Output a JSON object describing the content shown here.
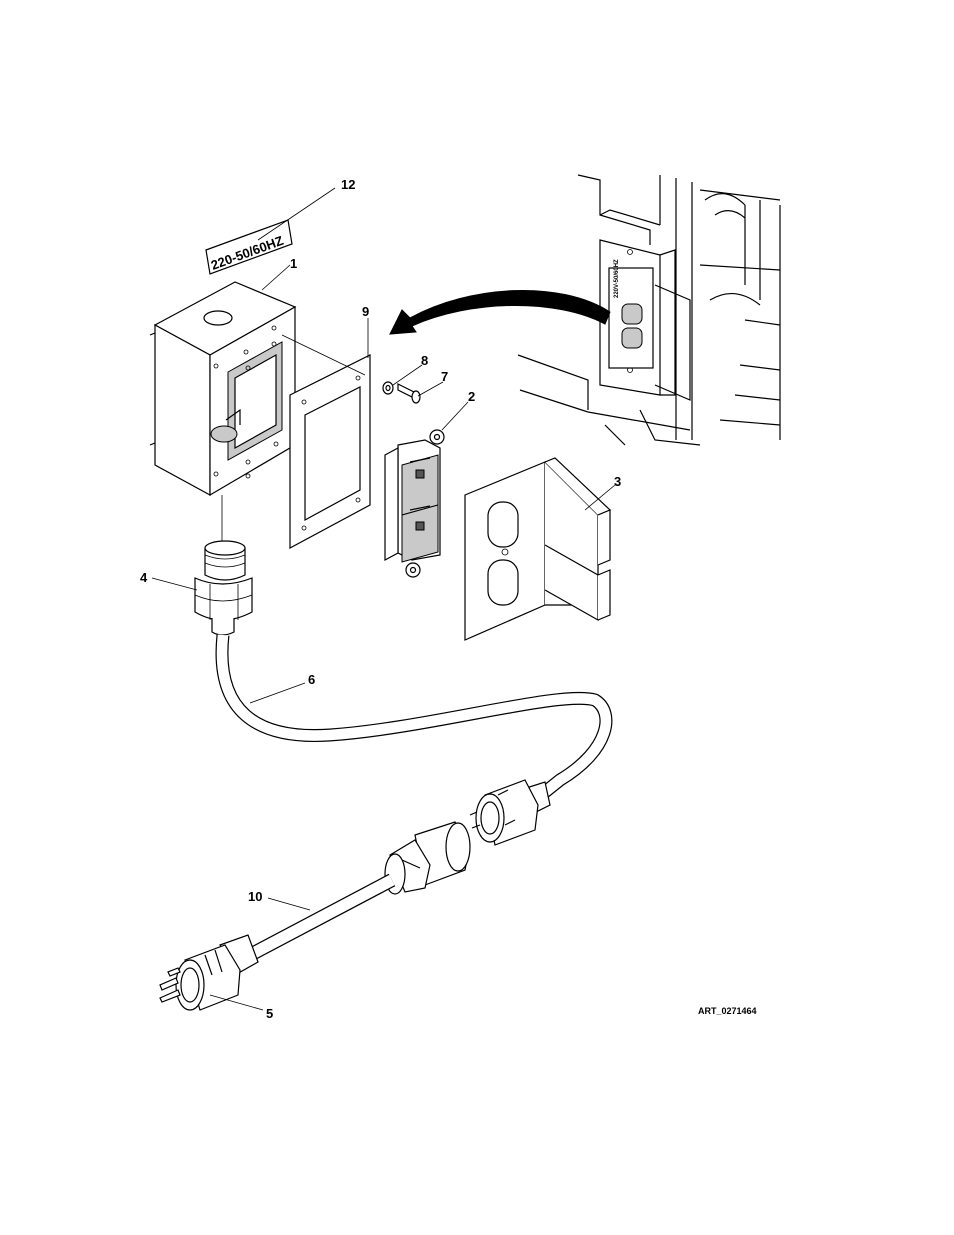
{
  "figure": {
    "art_code": "ART_0271464",
    "decal_text": "220-50/60HZ",
    "inset_decal_text": "220V-50/60HZ"
  },
  "callouts": [
    {
      "id": "c1",
      "label": "1"
    },
    {
      "id": "c2",
      "label": "2"
    },
    {
      "id": "c3",
      "label": "3"
    },
    {
      "id": "c4",
      "label": "4"
    },
    {
      "id": "c5",
      "label": "5"
    },
    {
      "id": "c6",
      "label": "6"
    },
    {
      "id": "c7",
      "label": "7"
    },
    {
      "id": "c8",
      "label": "8"
    },
    {
      "id": "c9",
      "label": "9"
    },
    {
      "id": "c10",
      "label": "10"
    },
    {
      "id": "c12",
      "label": "12"
    }
  ]
}
